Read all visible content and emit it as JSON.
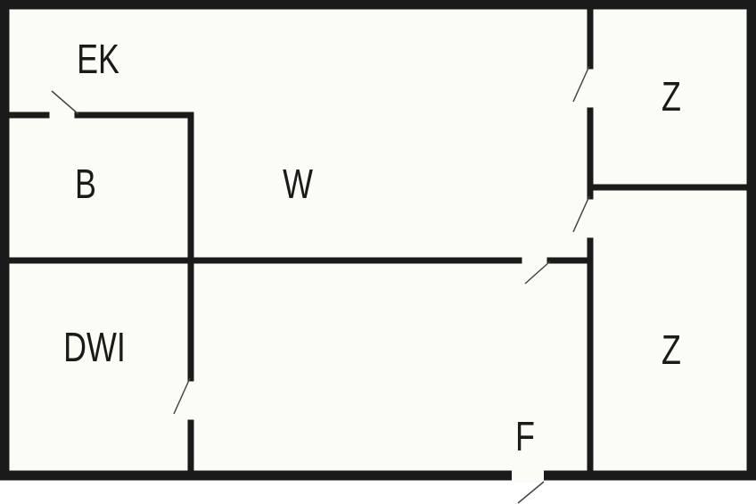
{
  "plan": {
    "colors": {
      "wall": "#1a1a1a",
      "floor": "#fcfcf6",
      "door_gap": "#fcfcf6",
      "door_swing": "#444444",
      "label": "#1a1a1a"
    },
    "rooms": {
      "ek": {
        "label": "EK"
      },
      "b": {
        "label": "B"
      },
      "w": {
        "label": "W"
      },
      "dwi": {
        "label": "DWI"
      },
      "f": {
        "label": "F"
      },
      "z_top": {
        "label": "Z"
      },
      "z_bottom": {
        "label": "Z"
      }
    }
  }
}
